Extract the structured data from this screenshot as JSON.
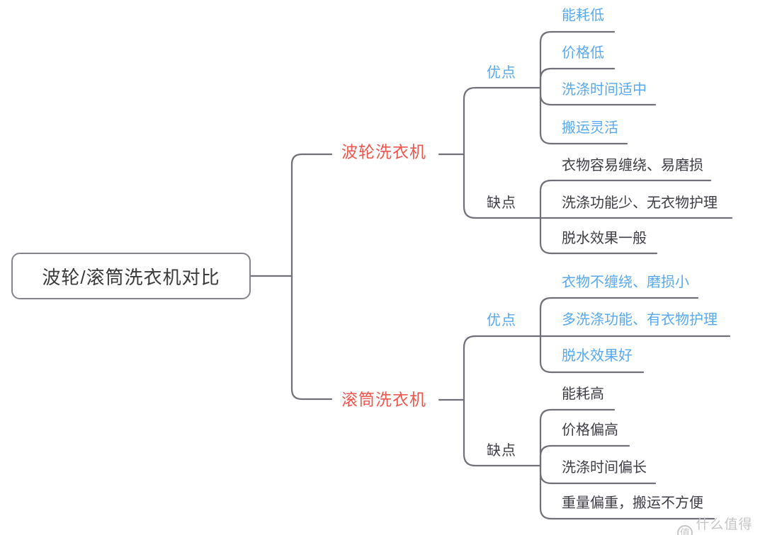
{
  "diagram": {
    "root": {
      "label": "波轮/滚筒洗衣机对比"
    },
    "branches": [
      {
        "label": "波轮洗衣机",
        "groups": [
          {
            "label": "优点",
            "items": [
              "能耗低",
              "价格低",
              "洗涤时间适中",
              "搬运灵活"
            ]
          },
          {
            "label": "缺点",
            "items": [
              "衣物容易缠绕、易磨损",
              "洗涤功能少、无衣物护理",
              "脱水效果一般"
            ]
          }
        ]
      },
      {
        "label": "滚筒洗衣机",
        "groups": [
          {
            "label": "优点",
            "items": [
              "衣物不缠绕、磨损小",
              "多洗涤功能、有衣物护理",
              "脱水效果好"
            ]
          },
          {
            "label": "缺点",
            "items": [
              "能耗高",
              "价格偏高",
              "洗涤时间偏长",
              "重量偏重，搬运不方便"
            ]
          }
        ]
      }
    ]
  },
  "watermark": {
    "icon_label": "值",
    "label": "什么值得买"
  },
  "colors": {
    "branch_red": "#f0564d",
    "advantage_blue": "#56a9f2",
    "text_dark": "#3d3d45",
    "line_gray": "#70707a",
    "root_border_gray": "#84848c",
    "watermark_gray": "#c6c6c6"
  }
}
